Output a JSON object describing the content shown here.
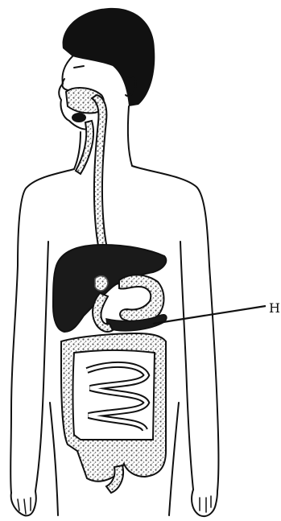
{
  "diagram": {
    "labels": {
      "H": "H"
    },
    "parts": [
      "head",
      "hair",
      "face",
      "neck",
      "torso",
      "arms",
      "hands",
      "mouth",
      "esophagus",
      "liver",
      "stomach",
      "pancreas",
      "large-intestine",
      "small-intestine",
      "rectum"
    ],
    "colors": {
      "ink": "#111111",
      "organ_fill": "#2a2a2a",
      "texture": "#777777"
    }
  }
}
